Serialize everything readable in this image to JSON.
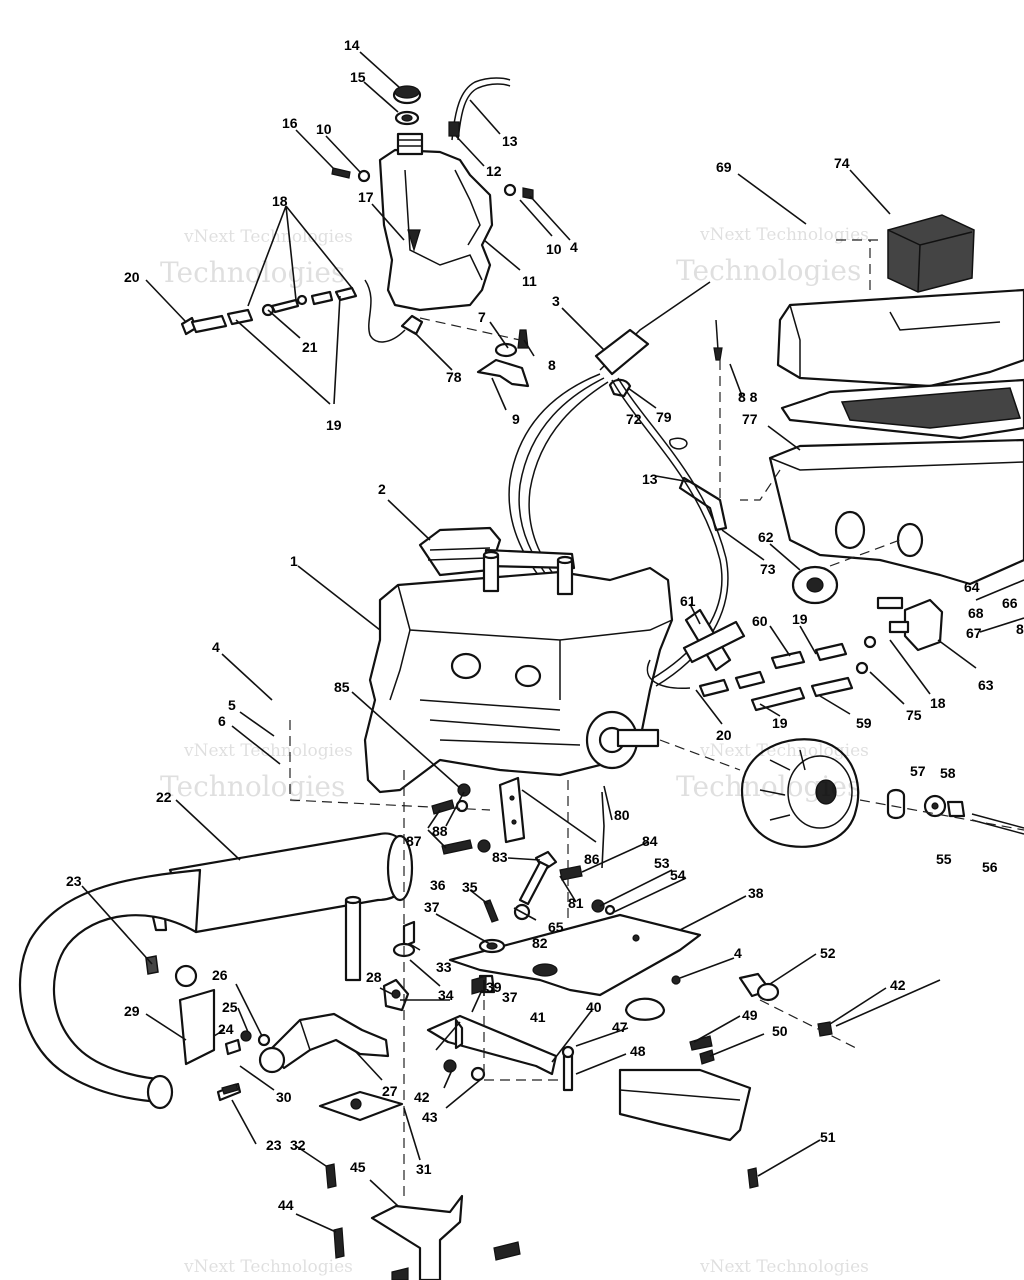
{
  "watermark": {
    "line1": "vNext Technologies",
    "line2": "Technologies",
    "line3": "vNext"
  },
  "callouts": {
    "c1": "1",
    "c2": "2",
    "c3": "3",
    "c4a": "4",
    "c4b": "4",
    "c4c": "4",
    "c5": "5",
    "c6": "6",
    "c7": "7",
    "c8": "8",
    "c9": "9",
    "c10a": "10",
    "c10b": "10",
    "c11": "11",
    "c12": "12",
    "c13a": "13",
    "c13b": "13",
    "c14": "14",
    "c15": "15",
    "c16": "16",
    "c17": "17",
    "c18a": "18",
    "c18b": "18",
    "c19a": "19",
    "c19b": "19",
    "c19c": "19",
    "c20a": "20",
    "c20b": "20",
    "c21": "21",
    "c22": "22",
    "c23a": "23",
    "c23b": "23",
    "c24": "24",
    "c25": "25",
    "c26": "26",
    "c27": "27",
    "c28": "28",
    "c29": "29",
    "c30": "30",
    "c31": "31",
    "c32": "32",
    "c33": "33",
    "c34": "34",
    "c35": "35",
    "c36": "36",
    "c37a": "37",
    "c37b": "37",
    "c38": "38",
    "c39": "39",
    "c40": "40",
    "c41": "41",
    "c42a": "42",
    "c42b": "42",
    "c43": "43",
    "c44": "44",
    "c45": "45",
    "c47": "47",
    "c48": "48",
    "c49": "49",
    "c50": "50",
    "c51": "51",
    "c52": "52",
    "c53": "53",
    "c54": "54",
    "c55": "55",
    "c56": "56",
    "c57": "57",
    "c58": "58",
    "c59": "59",
    "c60": "60",
    "c61": "61",
    "c62": "62",
    "c63": "63",
    "c64": "64",
    "c65": "65",
    "c66": "66",
    "c67": "67",
    "c68": "68",
    "c69": "69",
    "c72": "72",
    "c73": "73",
    "c74": "74",
    "c75": "75",
    "c77": "77",
    "c78": "78",
    "c79": "79",
    "c80": "80",
    "c81": "81",
    "c82": "82",
    "c83": "83",
    "c84": "84",
    "c85": "85",
    "c86": "86",
    "c87": "87",
    "c88a": "88",
    "c88b": "8 8",
    "c8e": "8"
  }
}
